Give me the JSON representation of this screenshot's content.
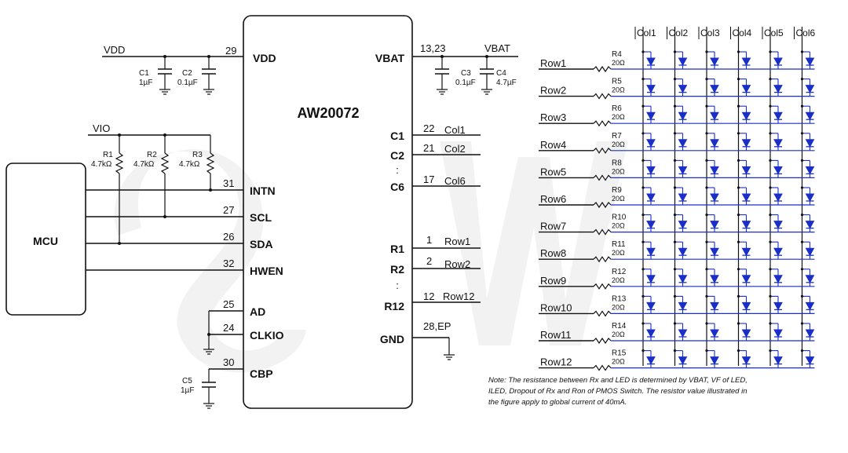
{
  "chip": {
    "name": "AW20072",
    "left_pins": [
      {
        "num": "29",
        "name": "VDD"
      },
      {
        "num": "31",
        "name": "INTN"
      },
      {
        "num": "27",
        "name": "SCL"
      },
      {
        "num": "26",
        "name": "SDA"
      },
      {
        "num": "32",
        "name": "HWEN"
      },
      {
        "num": "25",
        "name": "AD"
      },
      {
        "num": "24",
        "name": "CLKIO"
      },
      {
        "num": "30",
        "name": "CBP"
      }
    ],
    "right_pins": [
      {
        "num": "13,23",
        "name": "VBAT"
      },
      {
        "num": "22",
        "name": "C1",
        "net": "Col1"
      },
      {
        "num": "21",
        "name": "C2",
        "net": "Col2"
      },
      {
        "num": "17",
        "name": "C6",
        "net": "Col6"
      },
      {
        "num": "1",
        "name": "R1",
        "net": "Row1"
      },
      {
        "num": "2",
        "name": "R2",
        "net": "Row2"
      },
      {
        "num": "12",
        "name": "R12",
        "net": "Row12"
      },
      {
        "num": "28,EP",
        "name": "GND"
      }
    ],
    "dots": ":"
  },
  "mcu": {
    "label": "MCU"
  },
  "nets": {
    "vdd": "VDD",
    "vio": "VIO",
    "vbat": "VBAT"
  },
  "components": {
    "C1": {
      "ref": "C1",
      "value": "1µF"
    },
    "C2": {
      "ref": "C2",
      "value": "0.1µF"
    },
    "C3": {
      "ref": "C3",
      "value": "0.1µF"
    },
    "C4": {
      "ref": "C4",
      "value": "4.7µF"
    },
    "C5": {
      "ref": "C5",
      "value": "1µF"
    },
    "R1": {
      "ref": "R1",
      "value": "4.7kΩ"
    },
    "R2": {
      "ref": "R2",
      "value": "4.7kΩ"
    },
    "R3": {
      "ref": "R3",
      "value": "4.7kΩ"
    }
  },
  "matrix": {
    "columns": [
      "Col1",
      "Col2",
      "Col3",
      "Col4",
      "Col5",
      "Col6"
    ],
    "rows": [
      {
        "label": "Row1",
        "res": "R4",
        "value": "20Ω"
      },
      {
        "label": "Row2",
        "res": "R5",
        "value": "20Ω"
      },
      {
        "label": "Row3",
        "res": "R6",
        "value": "20Ω"
      },
      {
        "label": "Row4",
        "res": "R7",
        "value": "20Ω"
      },
      {
        "label": "Row5",
        "res": "R8",
        "value": "20Ω"
      },
      {
        "label": "Row6",
        "res": "R9",
        "value": "20Ω"
      },
      {
        "label": "Row7",
        "res": "R10",
        "value": "20Ω"
      },
      {
        "label": "Row8",
        "res": "R11",
        "value": "20Ω"
      },
      {
        "label": "Row9",
        "res": "R12",
        "value": "20Ω"
      },
      {
        "label": "Row10",
        "res": "R13",
        "value": "20Ω"
      },
      {
        "label": "Row11",
        "res": "R14",
        "value": "20Ω"
      },
      {
        "label": "Row12",
        "res": "R15",
        "value": "20Ω"
      }
    ]
  },
  "note": [
    "Note: The resistance between Rx and LED is determined by VBAT, VF of LED,",
    "ILED, Dropout of Rx and Ron of PMOS Switch. The resistor value illustrated in",
    "the figure apply to global current of 40mA."
  ],
  "colors": {
    "led": "#1a2ec8",
    "wire": "#111111"
  }
}
